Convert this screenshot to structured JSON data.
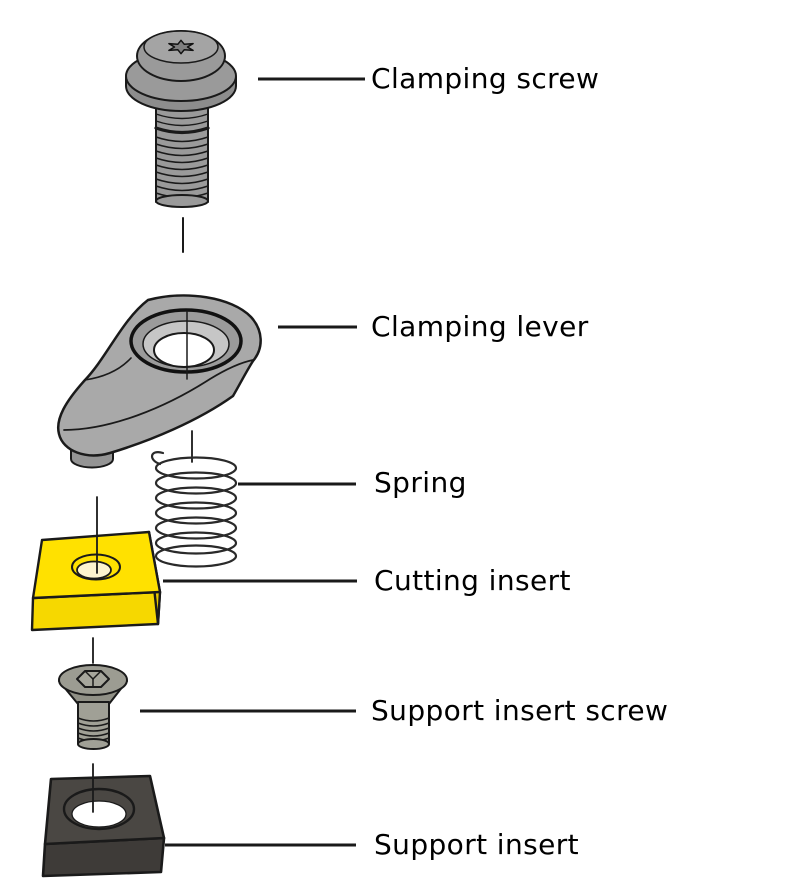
{
  "figure": {
    "type": "exploded-assembly-diagram",
    "subject": "turning tool clamping unit",
    "parts": [
      {
        "name": "clamping-screw",
        "label": "Clamping screw",
        "color": "#9a9a9a"
      },
      {
        "name": "clamping-lever",
        "label": "Clamping lever",
        "color": "#a9a9a9"
      },
      {
        "name": "spring",
        "label": "Spring",
        "color": "#ffffff"
      },
      {
        "name": "cutting-insert",
        "label": "Cutting insert",
        "color": "#ffe100"
      },
      {
        "name": "support-insert-screw",
        "label": "Support insert screw",
        "color": "#9c9c92"
      },
      {
        "name": "support-insert",
        "label": "Support insert",
        "color": "#4a4743"
      }
    ],
    "colors": {
      "background": "#ffffff",
      "outline": "#1a1a1a",
      "leader_line": "#1a1a1a",
      "text": "#000000"
    }
  }
}
